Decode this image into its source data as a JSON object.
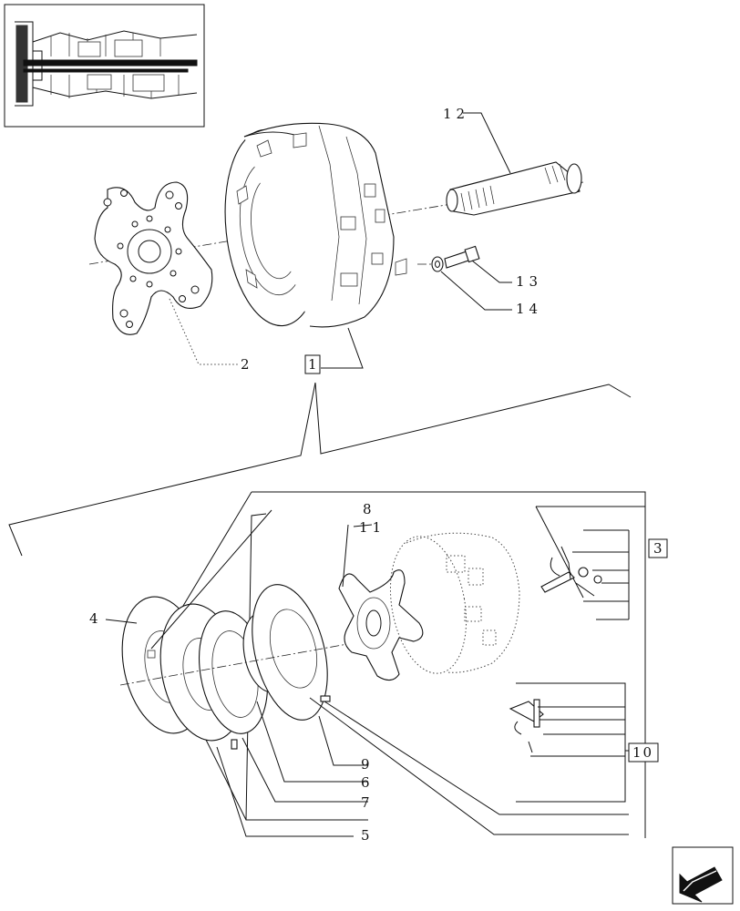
{
  "diagram": {
    "callouts": {
      "c2": "2",
      "c4": "4",
      "c5": "5",
      "c6": "6",
      "c7": "7",
      "c8": "8",
      "c9": "9",
      "c11": "11",
      "c12": "12",
      "c13": "13",
      "c14": "14"
    },
    "boxed_refs": {
      "b1": "1",
      "b3": "3",
      "b10": "10"
    }
  },
  "icons": {
    "thumbnail": "transmission-section-thumbnail",
    "nav": "next-page-arrow-icon"
  }
}
